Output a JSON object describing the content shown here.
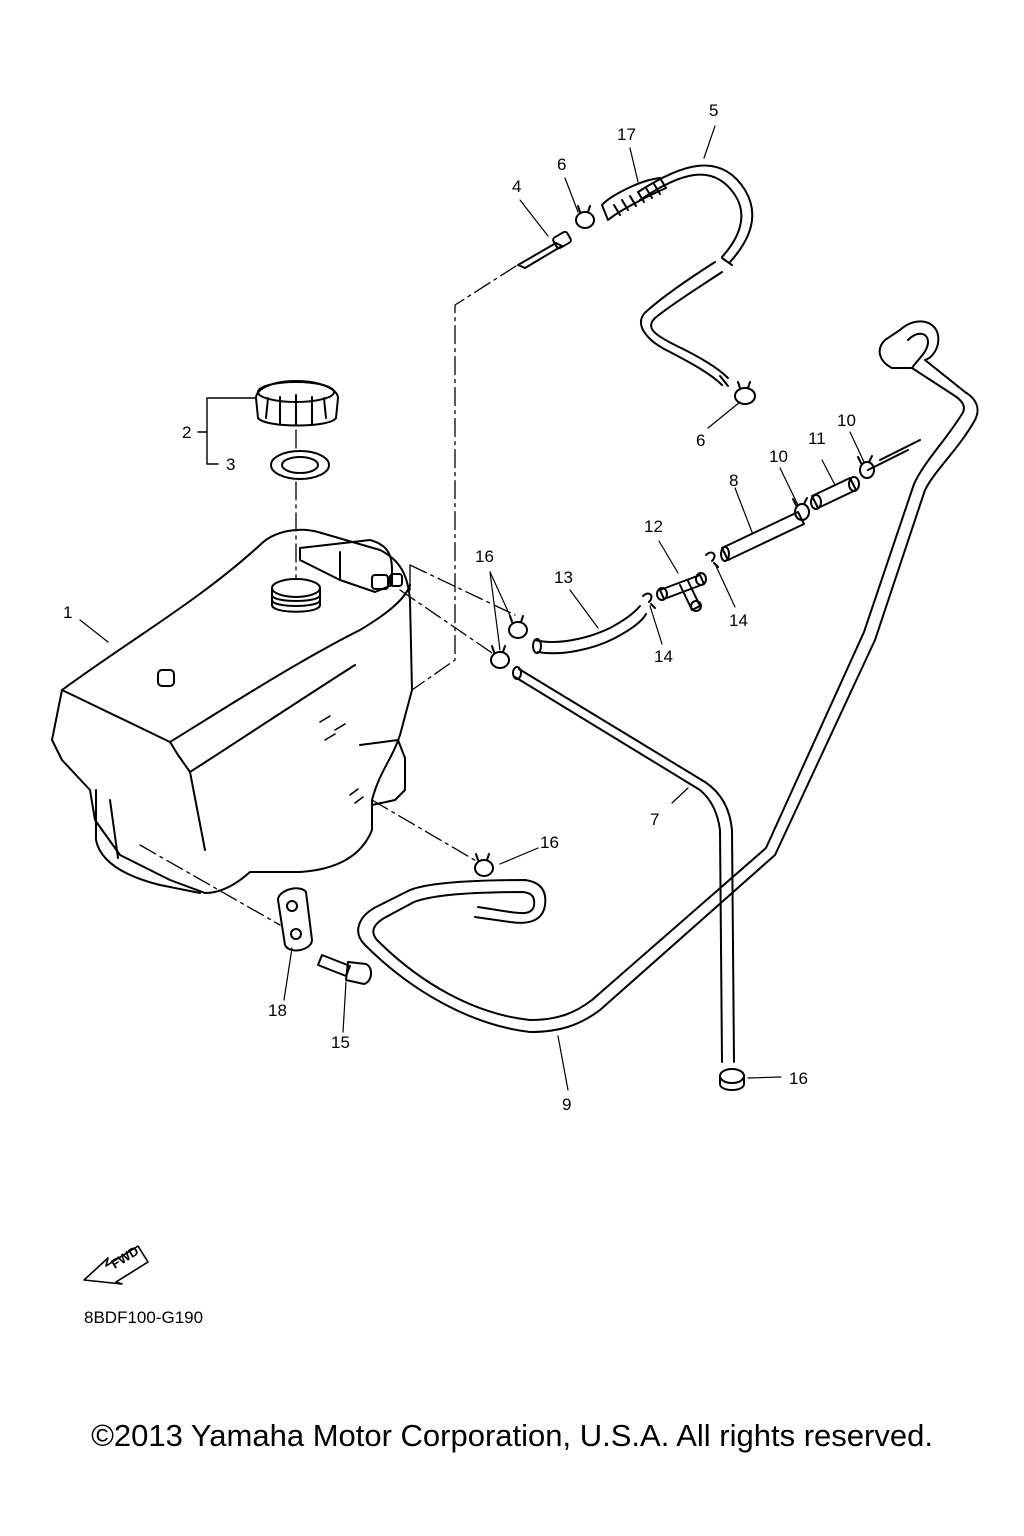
{
  "parts": [
    {
      "label": "1"
    },
    {
      "label": "2"
    },
    {
      "label": "3"
    },
    {
      "label": "4"
    },
    {
      "label": "5"
    },
    {
      "label": "6"
    },
    {
      "label": "6"
    },
    {
      "label": "7"
    },
    {
      "label": "8"
    },
    {
      "label": "9"
    },
    {
      "label": "10"
    },
    {
      "label": "10"
    },
    {
      "label": "11"
    },
    {
      "label": "12"
    },
    {
      "label": "13"
    },
    {
      "label": "14"
    },
    {
      "label": "14"
    },
    {
      "label": "15"
    },
    {
      "label": "16"
    },
    {
      "label": "16"
    },
    {
      "label": "16"
    },
    {
      "label": "17"
    },
    {
      "label": "18"
    }
  ],
  "fwd_label": "FWD",
  "diagram_code": "8BDF100-G190",
  "copyright": "©2013 Yamaha Motor Corporation, U.S.A. All rights reserved."
}
